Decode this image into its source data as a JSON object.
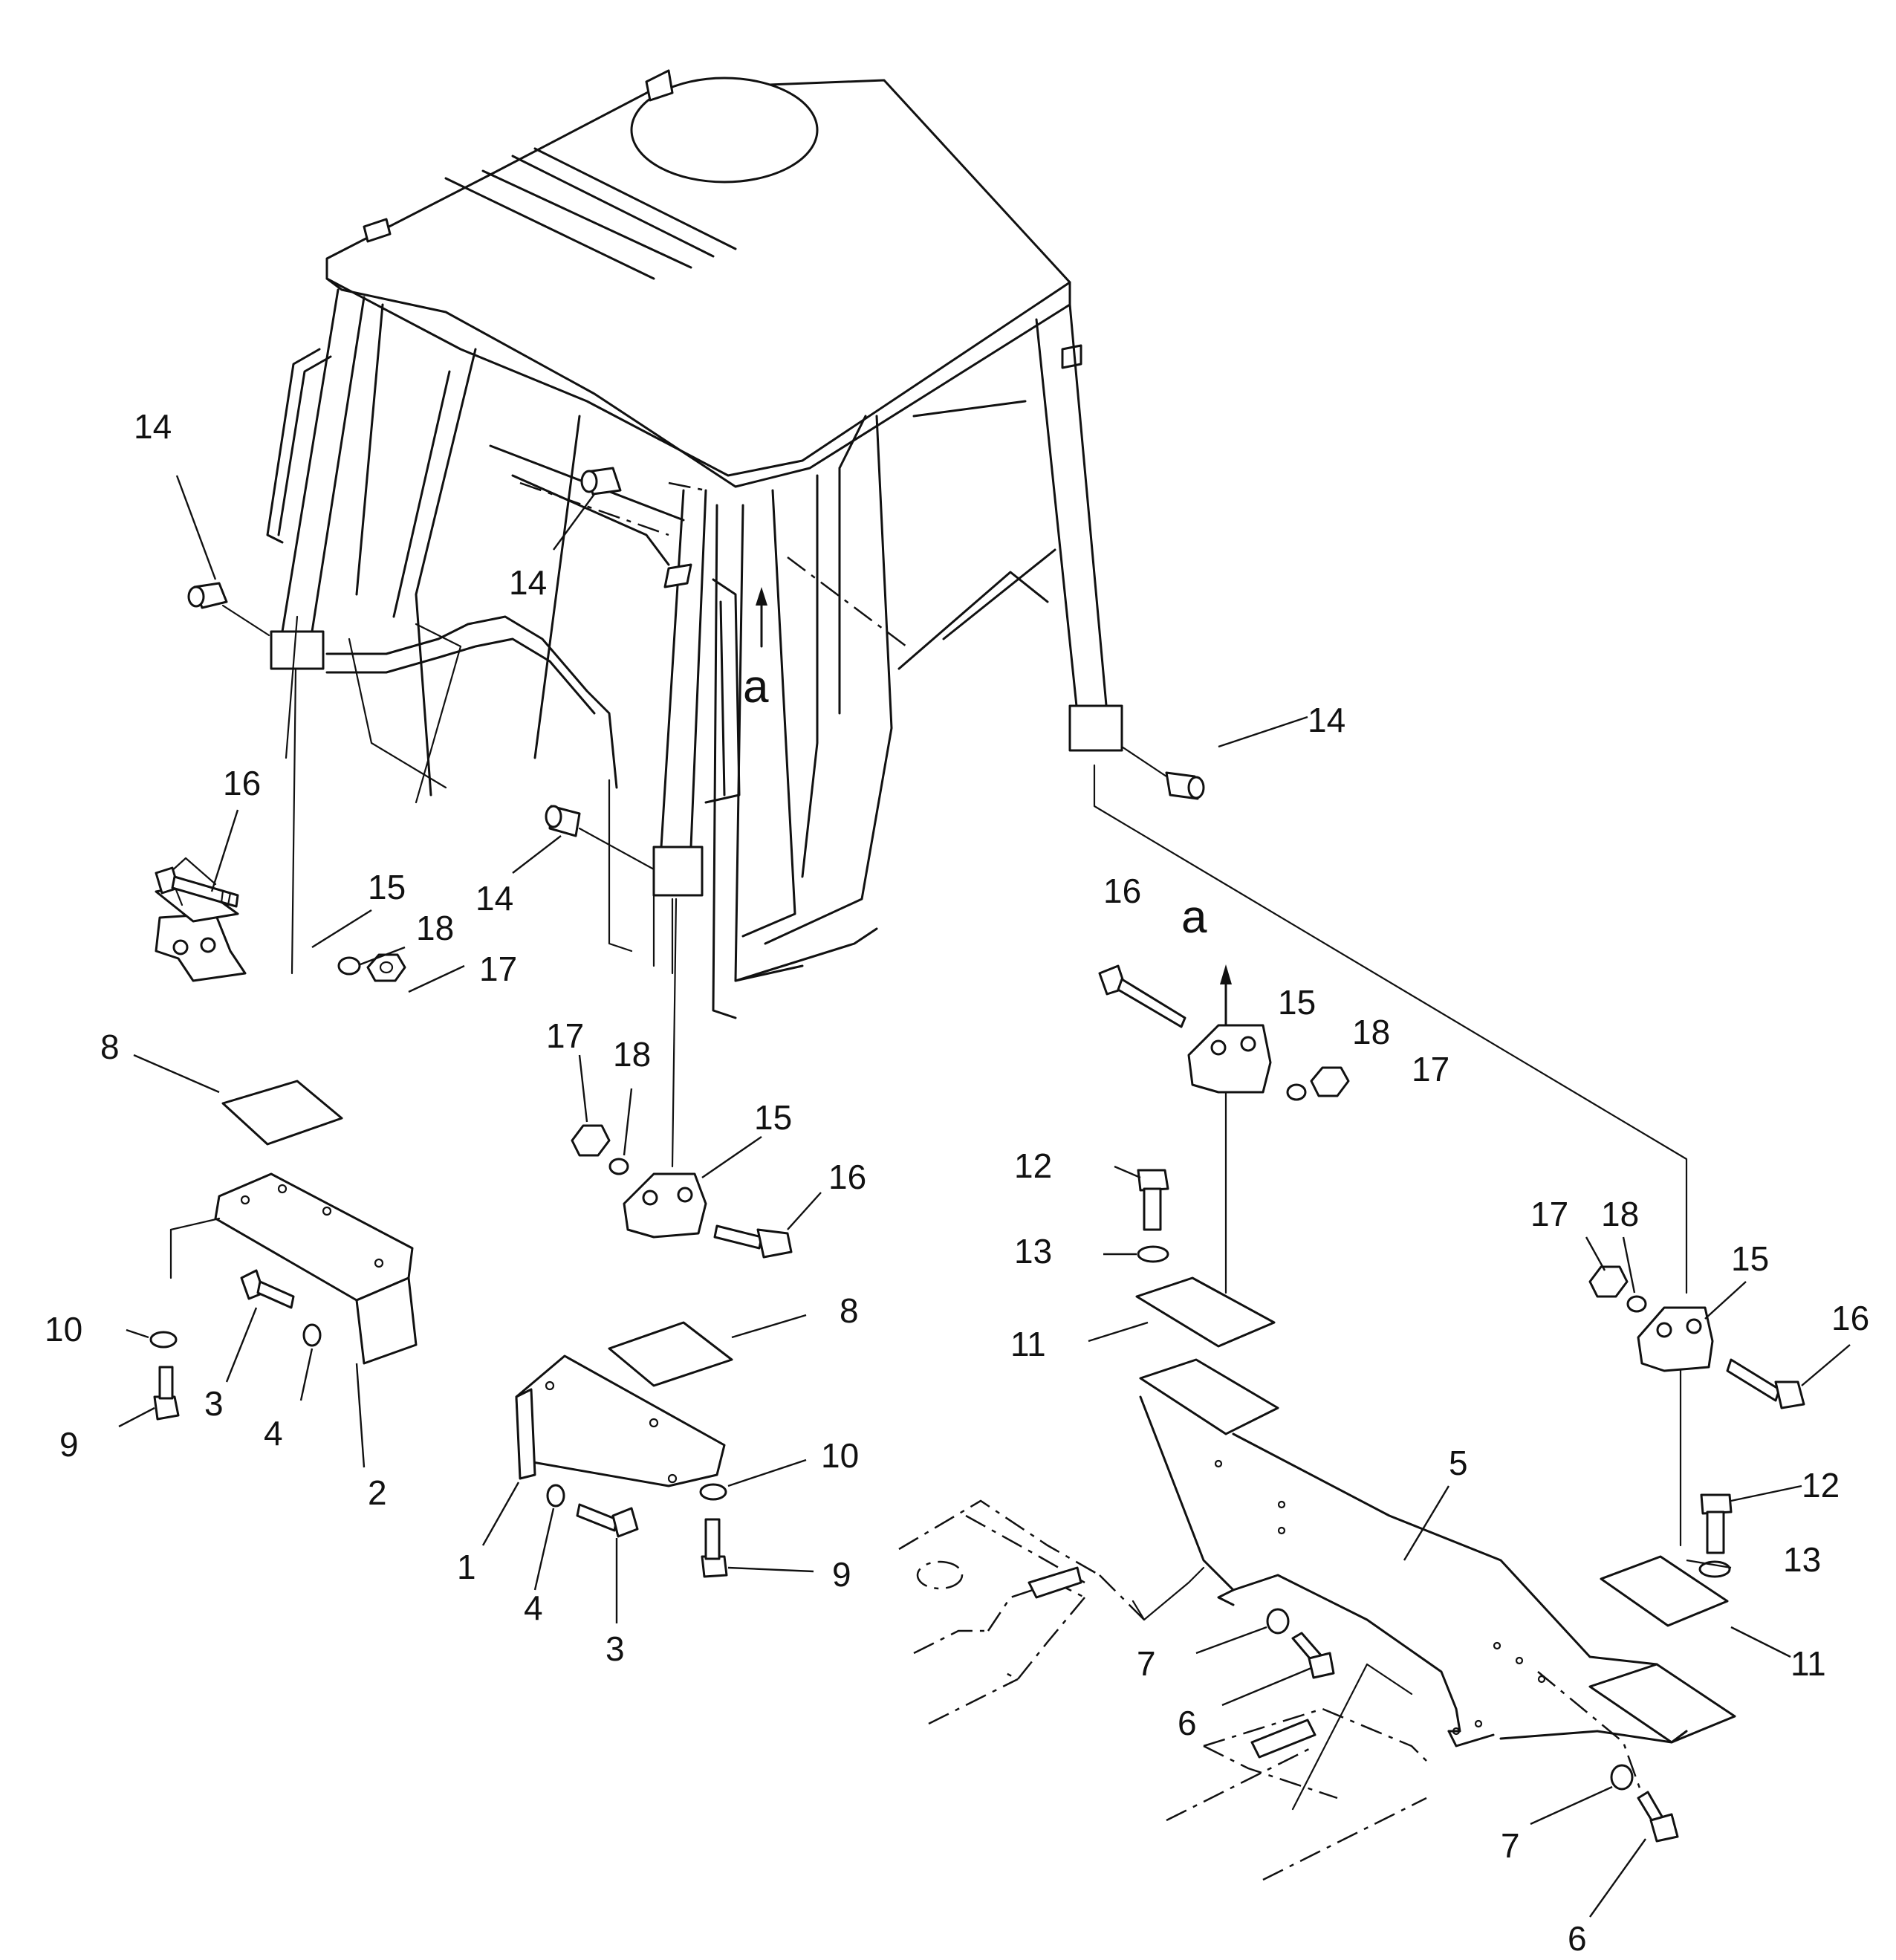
{
  "callouts": [
    {
      "id": "c14a",
      "text": "14"
    },
    {
      "id": "c14b",
      "text": "14"
    },
    {
      "id": "c14c",
      "text": "14"
    },
    {
      "id": "c14d",
      "text": "14"
    },
    {
      "id": "c16a",
      "text": "16"
    },
    {
      "id": "c15a",
      "text": "15"
    },
    {
      "id": "c18a",
      "text": "18"
    },
    {
      "id": "c17a",
      "text": "17"
    },
    {
      "id": "c8a",
      "text": "8"
    },
    {
      "id": "c17b",
      "text": "17"
    },
    {
      "id": "c18b",
      "text": "18"
    },
    {
      "id": "c15b",
      "text": "15"
    },
    {
      "id": "c16b",
      "text": "16"
    },
    {
      "id": "c10a",
      "text": "10"
    },
    {
      "id": "c3a",
      "text": "3"
    },
    {
      "id": "c4a",
      "text": "4"
    },
    {
      "id": "c9a",
      "text": "9"
    },
    {
      "id": "c2",
      "text": "2"
    },
    {
      "id": "c8b",
      "text": "8"
    },
    {
      "id": "c10b",
      "text": "10"
    },
    {
      "id": "c1",
      "text": "1"
    },
    {
      "id": "c4b",
      "text": "4"
    },
    {
      "id": "c3b",
      "text": "3"
    },
    {
      "id": "c9b",
      "text": "9"
    },
    {
      "id": "c16c",
      "text": "16"
    },
    {
      "id": "c15c",
      "text": "15"
    },
    {
      "id": "c18c",
      "text": "18"
    },
    {
      "id": "c17c",
      "text": "17"
    },
    {
      "id": "c12a",
      "text": "12"
    },
    {
      "id": "c13a",
      "text": "13"
    },
    {
      "id": "c11a",
      "text": "11"
    },
    {
      "id": "c17d",
      "text": "17"
    },
    {
      "id": "c18d",
      "text": "18"
    },
    {
      "id": "c15d",
      "text": "15"
    },
    {
      "id": "c16d",
      "text": "16"
    },
    {
      "id": "c5",
      "text": "5"
    },
    {
      "id": "c12b",
      "text": "12"
    },
    {
      "id": "c13b",
      "text": "13"
    },
    {
      "id": "c11b",
      "text": "11"
    },
    {
      "id": "c7a",
      "text": "7"
    },
    {
      "id": "c6a",
      "text": "6"
    },
    {
      "id": "c7b",
      "text": "7"
    },
    {
      "id": "c6b",
      "text": "6"
    }
  ],
  "view_markers": [
    {
      "id": "arrowA1",
      "text": "a"
    },
    {
      "id": "arrowA2",
      "text": "a"
    }
  ]
}
